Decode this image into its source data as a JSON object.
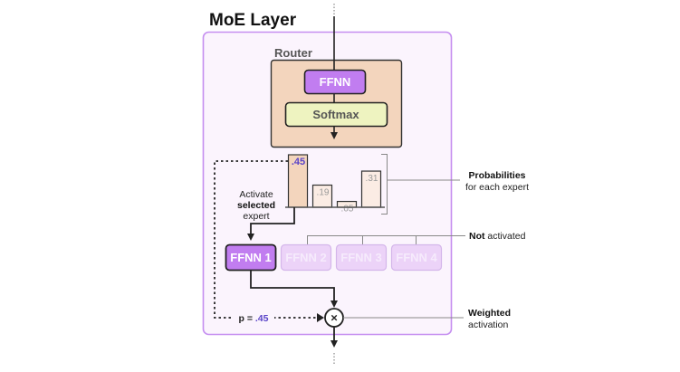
{
  "title": "MoE Layer",
  "router": {
    "label": "Router",
    "ffnn_label": "FFNN",
    "softmax_label": "Softmax"
  },
  "probabilities": {
    "values": [
      0.45,
      0.19,
      0.05,
      0.31
    ],
    "labels": [
      ".45",
      ".19",
      ".05",
      ".31"
    ],
    "selected_index": 0
  },
  "annotations": {
    "activate_line1": "Activate",
    "activate_line2": "selected",
    "activate_line3": "expert",
    "prob_bold": "Probabilities",
    "prob_rest": "for each expert",
    "not_bold": "Not",
    "not_rest": " activated",
    "weighted_bold": "Weighted",
    "weighted_rest": "activation"
  },
  "experts": [
    {
      "label": "FFNN 1",
      "active": true
    },
    {
      "label": "FFNN 2",
      "active": false
    },
    {
      "label": "FFNN 3",
      "active": false
    },
    {
      "label": "FFNN 4",
      "active": false
    }
  ],
  "weight": {
    "prefix": "p = ",
    "value": ".45"
  },
  "multiply_symbol": "×",
  "colors": {
    "layer_border": "#c58ef0",
    "layer_fill": "#fbf4fd",
    "router_fill": "#f3d5bd",
    "ffnn_fill": "#c17df0",
    "softmax_fill": "#eef3c0",
    "bar_selected": "#f3d5bd",
    "bar_other": "#fbece4",
    "expert_inactive_fill": "#ecd3f8",
    "expert_inactive_border": "#d4b6ea",
    "accent_text": "#5a44c8"
  }
}
